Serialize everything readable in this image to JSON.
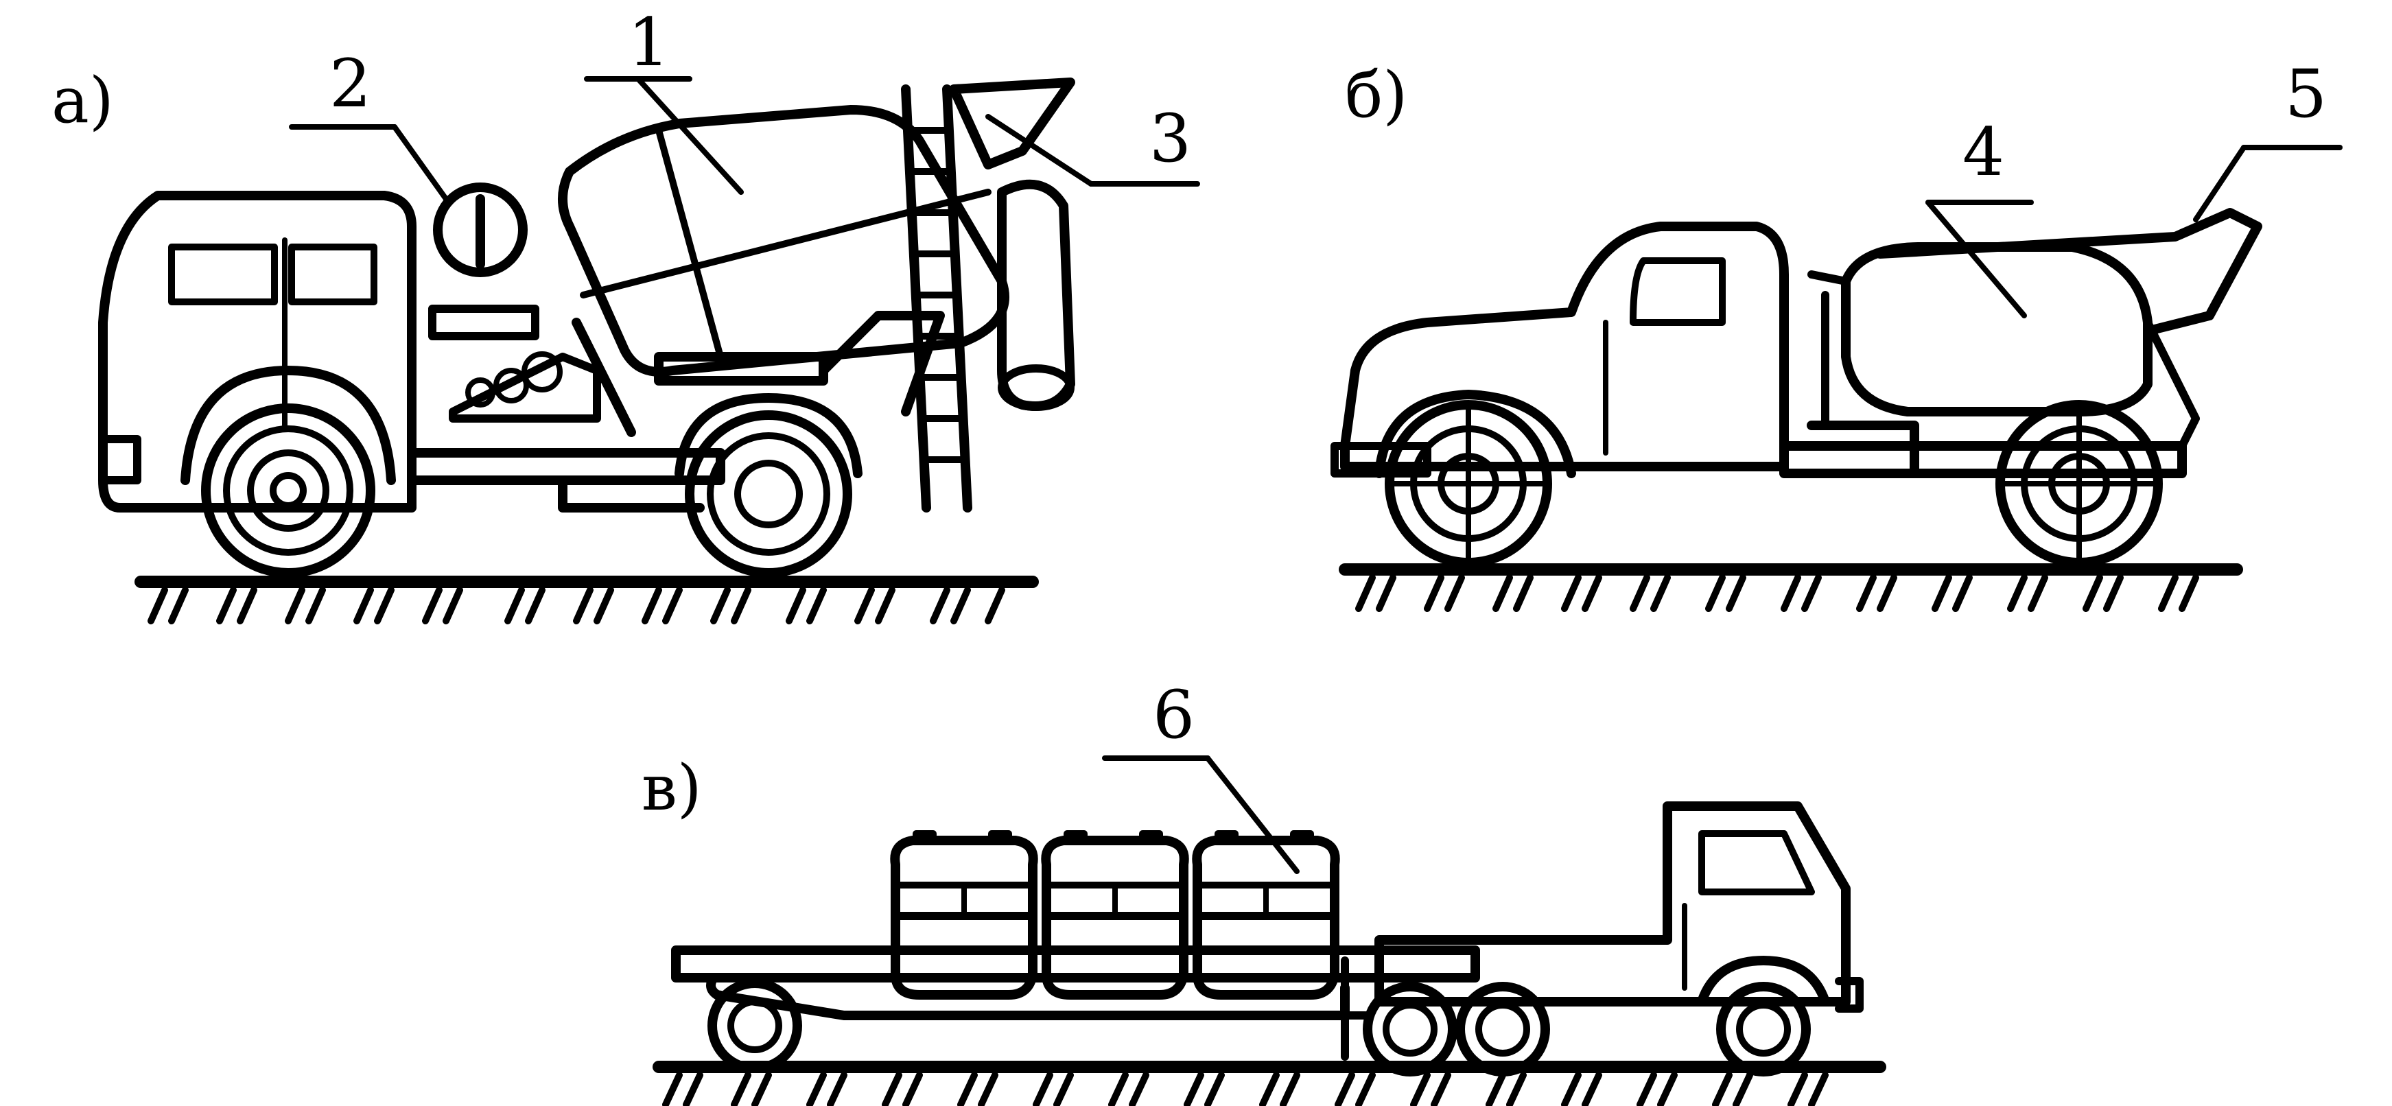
{
  "panels": {
    "a": {
      "label": "а)"
    },
    "b": {
      "label": "б)"
    },
    "c": {
      "label": "в)"
    }
  },
  "callouts": {
    "c1": "1",
    "c2": "2",
    "c3": "3",
    "c4": "4",
    "c5": "5",
    "c6": "6"
  },
  "colors": {
    "ink": "#000000",
    "background": "#ffffff"
  }
}
